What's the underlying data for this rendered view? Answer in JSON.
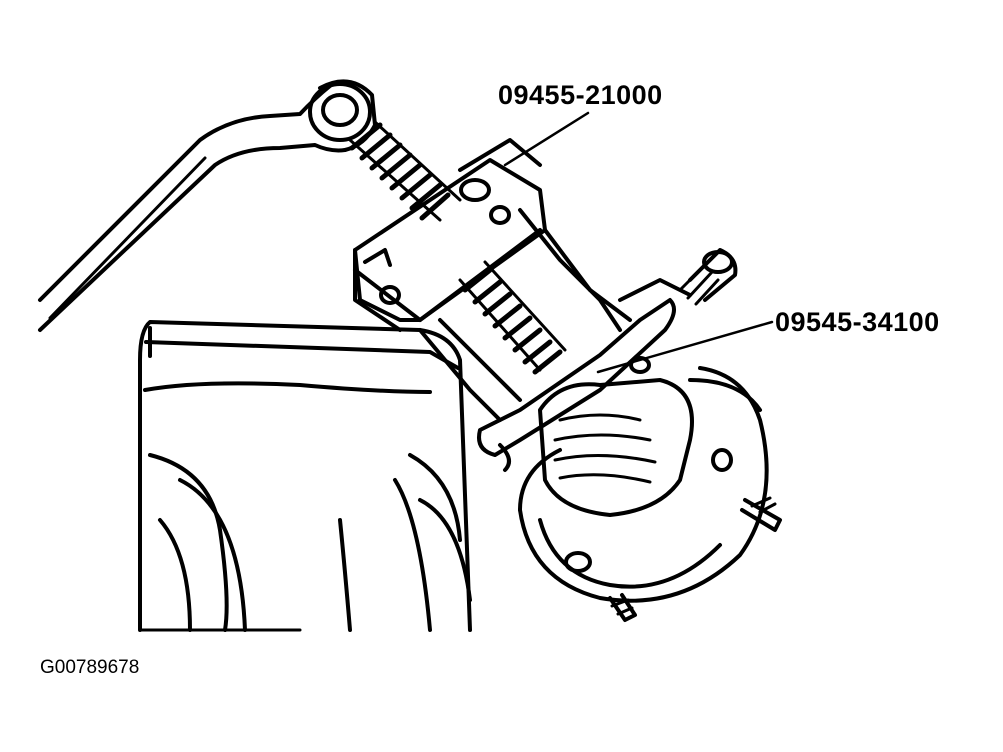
{
  "callouts": {
    "puller_tool": "09455-21000",
    "adapter_tool": "09545-34100"
  },
  "figure_id": "G00789678",
  "colors": {
    "ink": "#000000",
    "paper": "#ffffff"
  }
}
